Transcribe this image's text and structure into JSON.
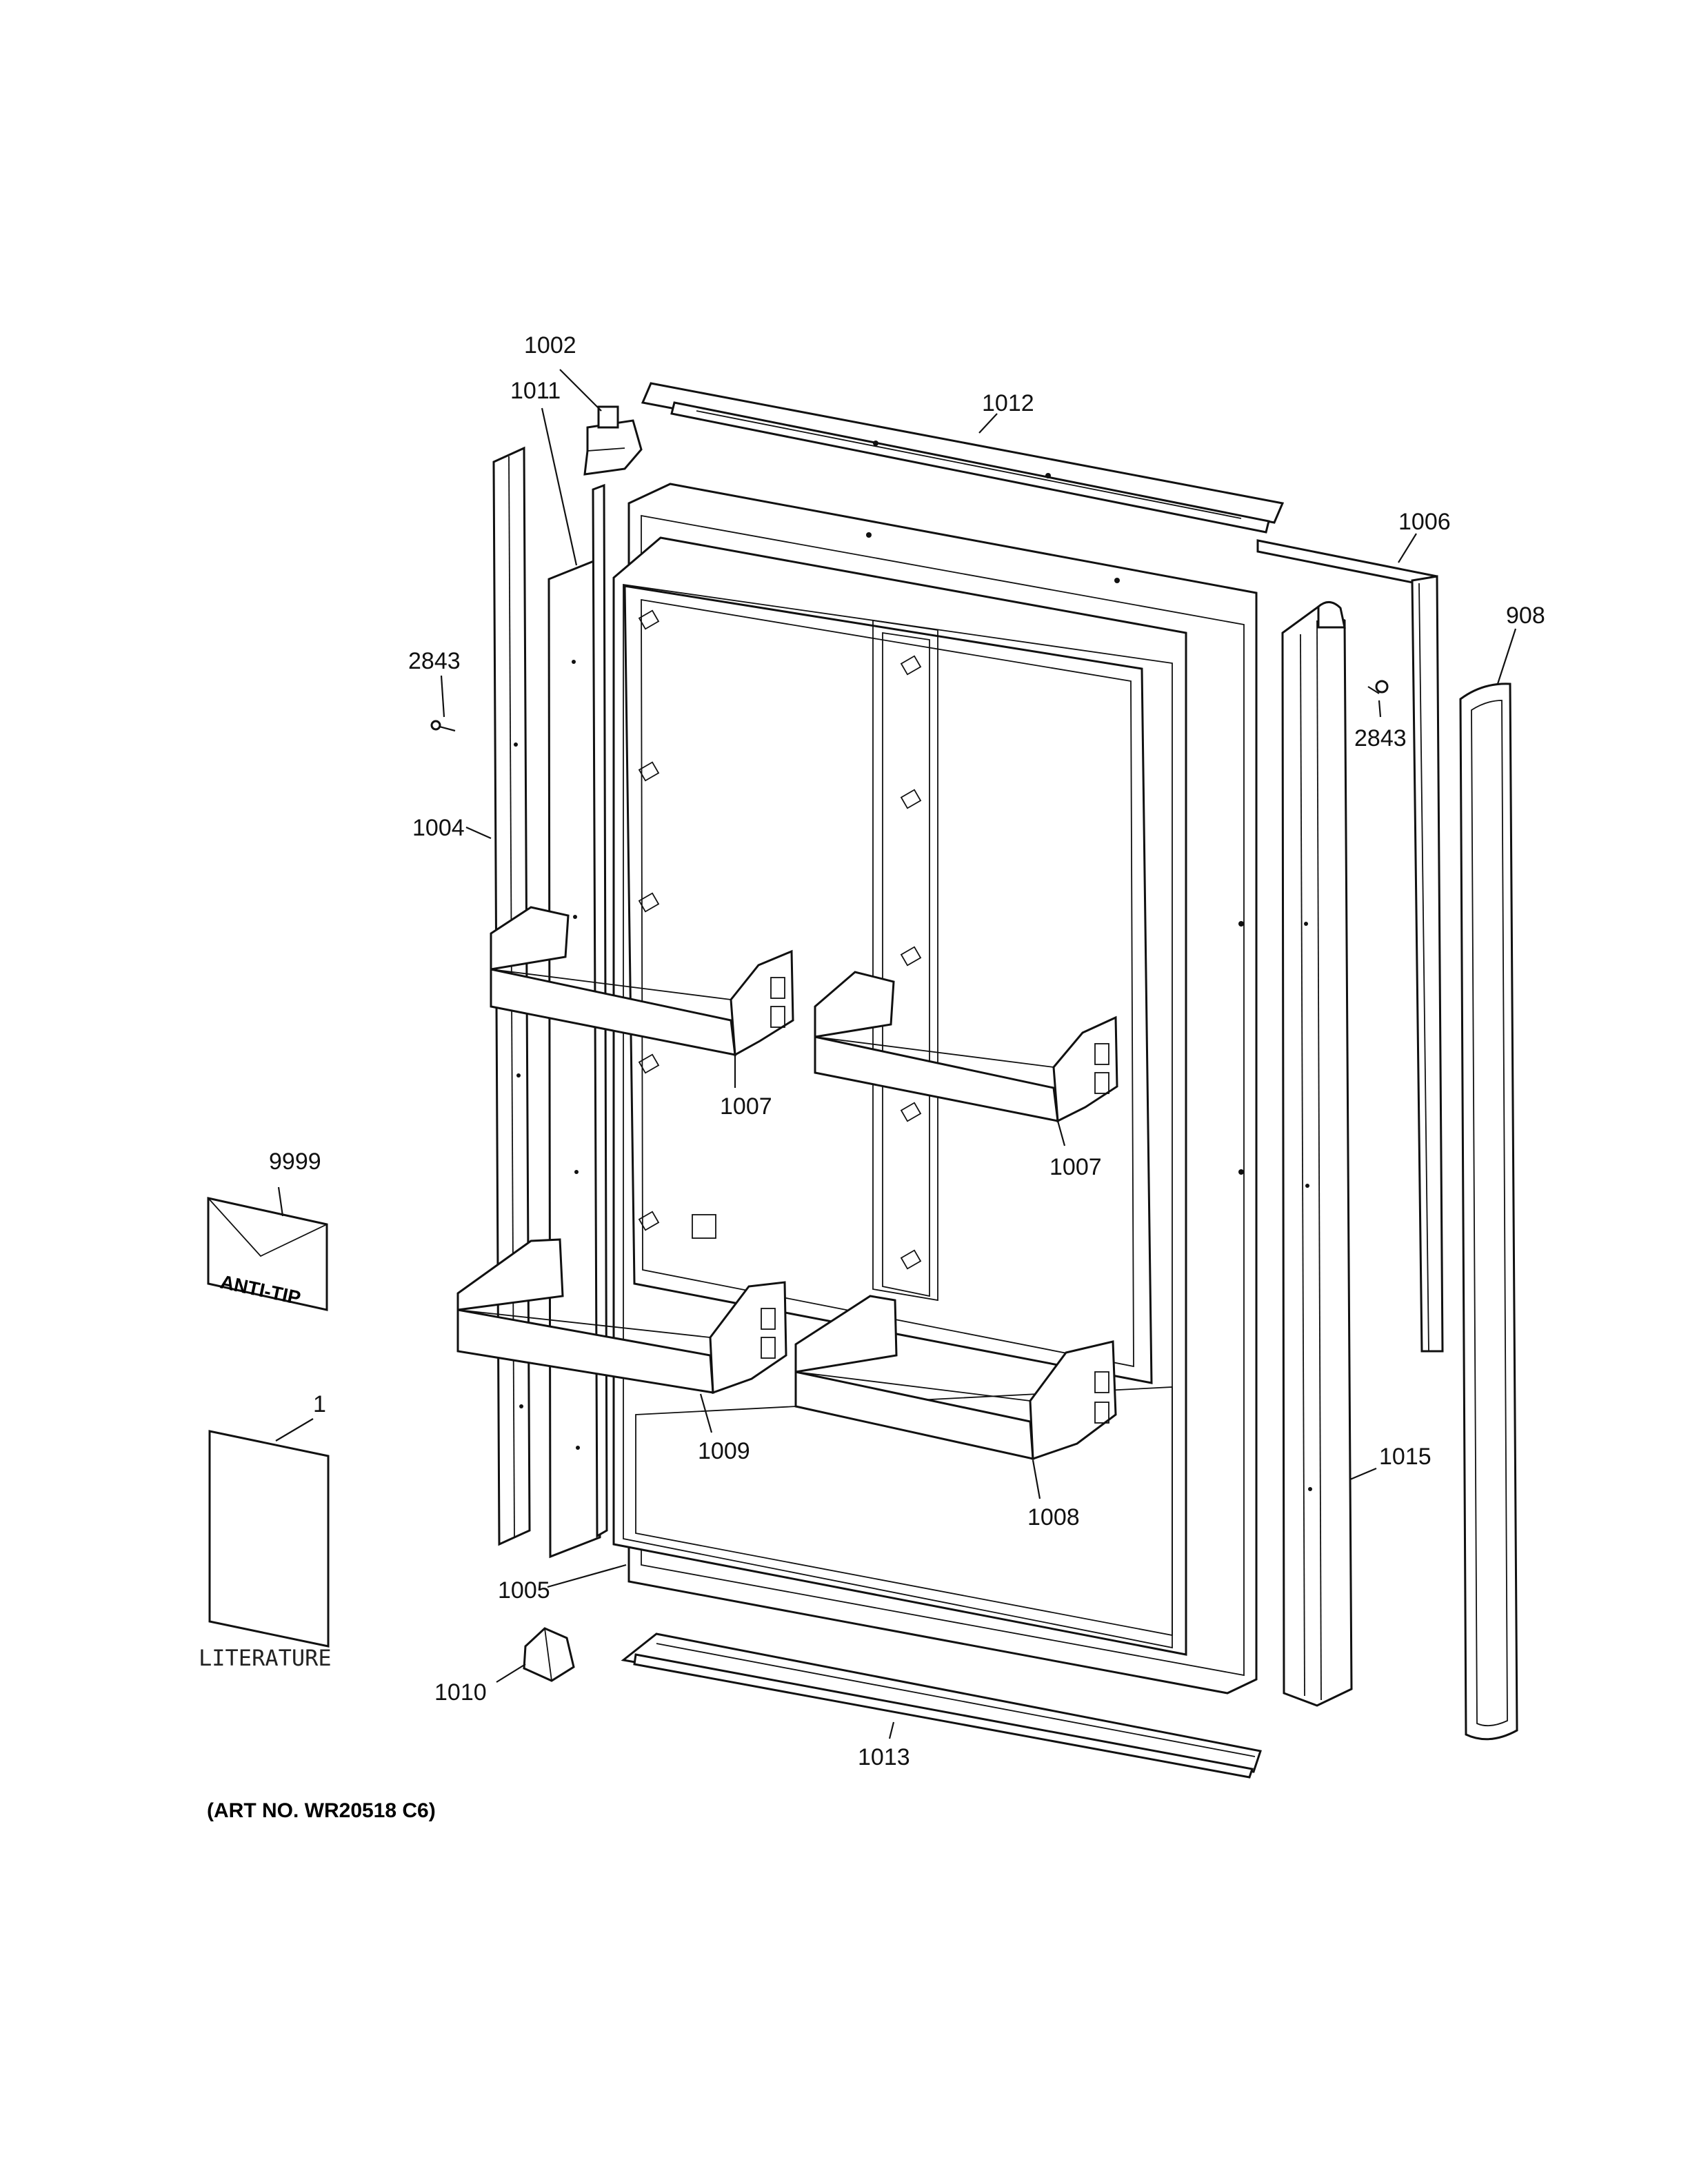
{
  "labels": {
    "p1002": "1002",
    "p1011": "1011",
    "p1012": "1012",
    "p1006": "1006",
    "p908": "908",
    "p2843_left": "2843",
    "p2843_right": "2843",
    "p1004": "1004",
    "p1007_left": "1007",
    "p1007_right": "1007",
    "p9999": "9999",
    "p1": "1",
    "p1009": "1009",
    "p1008": "1008",
    "p1015": "1015",
    "p1005": "1005",
    "p1010": "1010",
    "p1013": "1013"
  },
  "anti_tip_text": "ANTI-TIP",
  "literature_text": "LITERATURE",
  "art_number": "(ART NO. WR20518 C6)"
}
